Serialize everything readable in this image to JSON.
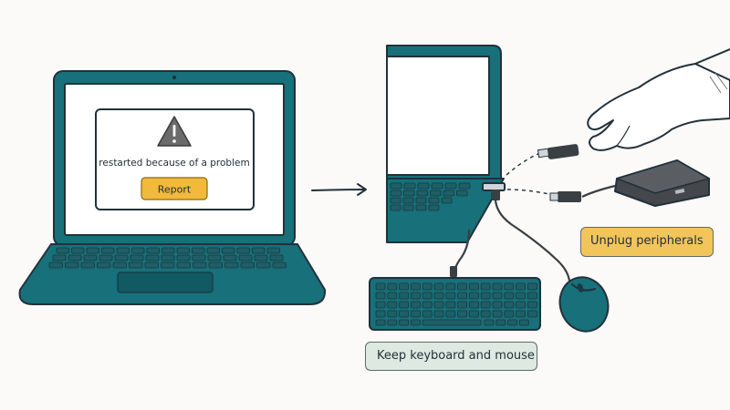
{
  "left_laptop": {
    "dialog": {
      "icon": "warning-triangle-icon",
      "message": "restarted because of a problem",
      "button_label": "Report"
    }
  },
  "labels": {
    "keep": "Keep keyboard and mouse",
    "unplug": "Unplug peripherals"
  },
  "colors": {
    "laptop_body": "#17707a",
    "warning_icon": "#6b6b6b",
    "report_button": "#f2b93b",
    "keep_label_bg": "#dde9e1",
    "unplug_label_bg": "#f2c55b",
    "hub": "#44474c"
  }
}
